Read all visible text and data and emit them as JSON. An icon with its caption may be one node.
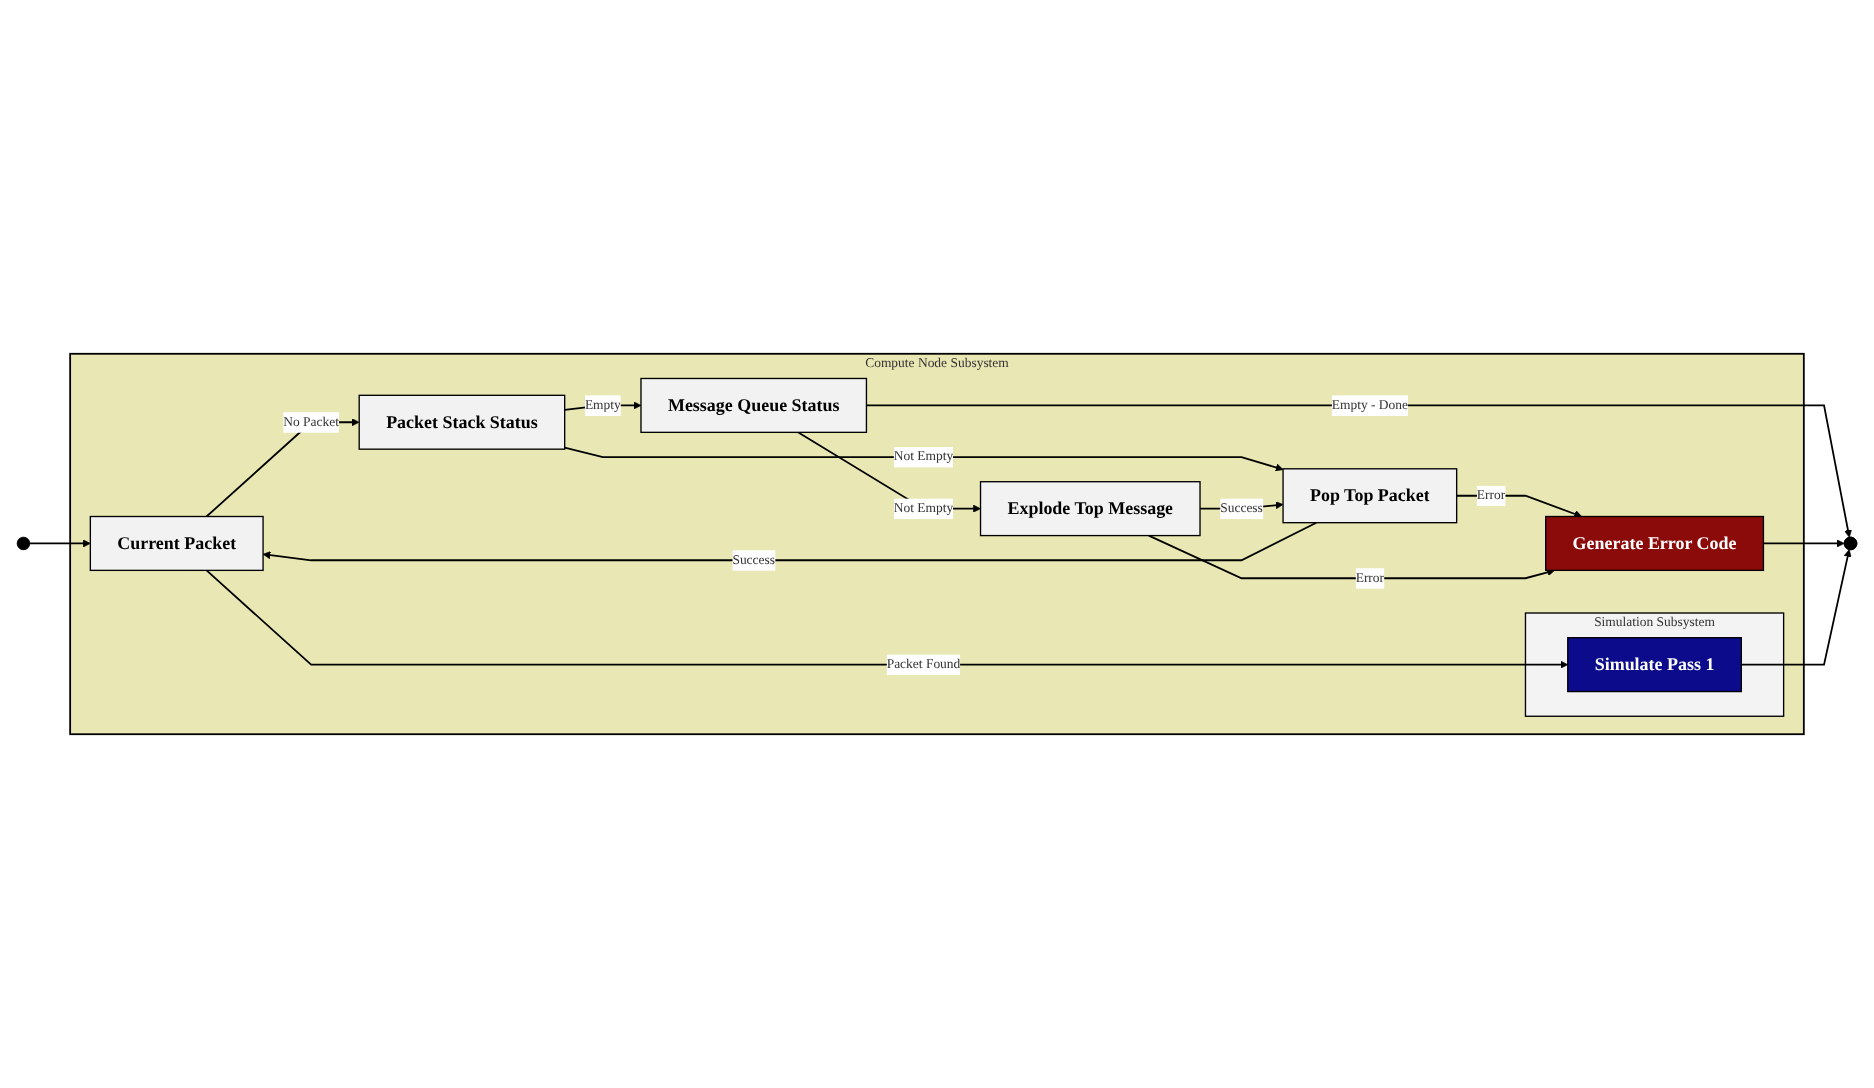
{
  "diagram": {
    "nodes": [
      {
        "text": [],
        "shape": "circle"
      },
      {
        "text": [
          "Compute Node Subsystem"
        ]
      },
      {
        "text": [
          "Current Packet"
        ],
        "in": 1
      },
      {
        "text": [
          "Packet Stack Status"
        ],
        "in": 1
      },
      {
        "text": [
          "Message Queue Status"
        ],
        "in": 1
      },
      {
        "text": [
          "Pop Top Packet"
        ],
        "in": 1
      },
      {
        "text": [
          "Explode Top Message"
        ],
        "in": 1
      },
      {
        "text": [
          "Simulation Subsystem"
        ],
        "in": 1
      },
      {
        "text": [
          "Simulate Pass 1"
        ],
        "in": 7
      },
      {
        "text": [
          "Generate Error Code"
        ],
        "in": 1
      },
      {
        "text": [],
        "shape": "circle"
      }
    ],
    "edges": [
      {
        "from": 0,
        "to": 2,
        "arrow": "to"
      },
      {
        "from": 2,
        "to": 3,
        "arrow": "to",
        "label": "No Packet"
      },
      {
        "from": 3,
        "to": 4,
        "arrow": "to",
        "label": "Empty"
      },
      {
        "from": 4,
        "to": 10,
        "arrow": "to",
        "label": "Empty - Done"
      },
      {
        "from": 3,
        "to": 5,
        "arrow": "to",
        "label": "Not Empty"
      },
      {
        "from": 4,
        "to": 6,
        "arrow": "to",
        "label": "Not Empty"
      },
      {
        "from": 6,
        "to": 5,
        "arrow": "to",
        "label": "Success"
      },
      {
        "from": 5,
        "to": 2,
        "arrow": "to",
        "label": "Success"
      },
      {
        "from": 2,
        "to": 8,
        "arrow": "to",
        "label": "Packet Found"
      },
      {
        "from": 5,
        "to": 9,
        "arrow": "to",
        "label": "Error"
      },
      {
        "from": 6,
        "to": 9,
        "arrow": "to",
        "label": "Error"
      },
      {
        "from": 9,
        "to": 10,
        "arrow": "to"
      },
      {
        "from": 8,
        "to": 10,
        "arrow": "to"
      }
    ]
  }
}
